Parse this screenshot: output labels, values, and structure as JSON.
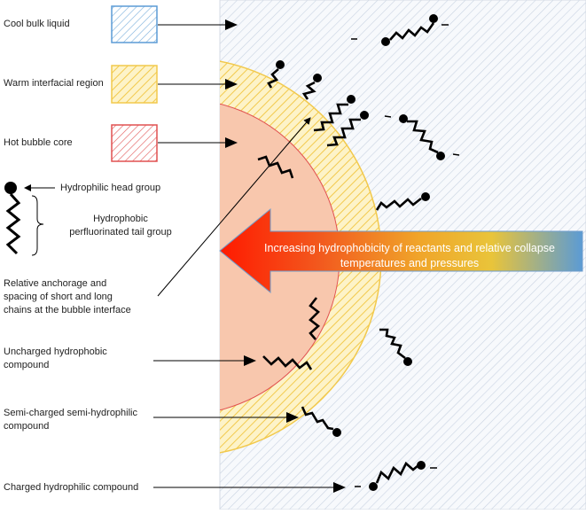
{
  "legend": {
    "cool_bulk_liquid": "Cool bulk liquid",
    "warm_interfacial_region": "Warm interfacial region",
    "hot_bubble_core": "Hot bubble core",
    "colors": {
      "cool": "#5b9bd5",
      "warm": "#f2c94c",
      "hot": "#e15050"
    }
  },
  "surfactant_key": {
    "head_label": "Hydrophilic head group",
    "tail_label_line1": "Hydrophobic",
    "tail_label_line2": "perfluorinated tail group"
  },
  "annotations": {
    "anchorage_line1": "Relative anchorage and",
    "anchorage_line2": "spacing of short and long",
    "anchorage_line3": "chains at the bubble interface",
    "uncharged_line1": "Uncharged hydrophobic",
    "uncharged_line2": "compound",
    "semicharged_line1": "Semi-charged semi-hydrophilic",
    "semicharged_line2": "compound",
    "charged": "Charged hydrophilic compound"
  },
  "big_arrow": {
    "line1": "Increasing hydrophobicity of reactants and relative collapse",
    "line2": "temperatures and pressures"
  },
  "charges": {
    "minus": "-"
  }
}
